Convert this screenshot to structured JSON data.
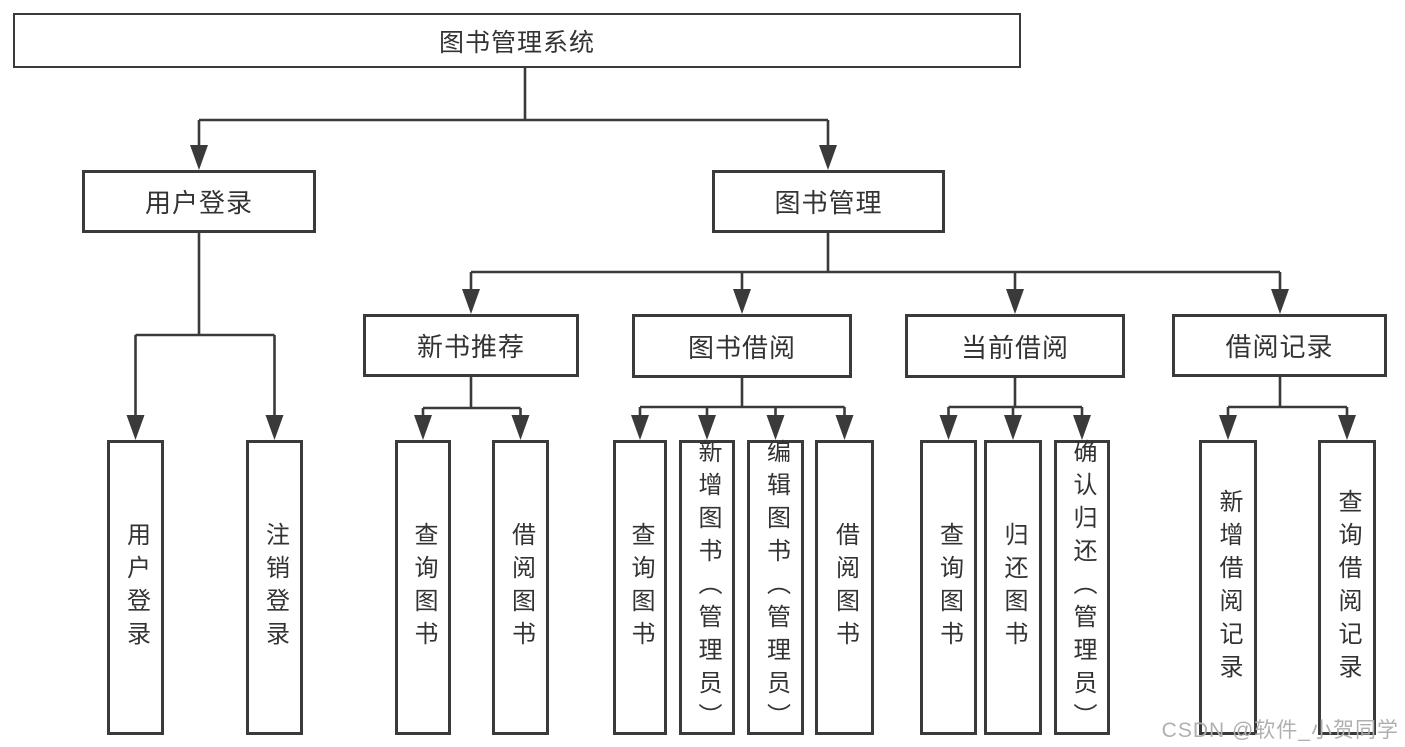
{
  "diagram_type": "tree-hierarchy",
  "tree": {
    "label": "图书管理系统",
    "children": [
      {
        "label": "用户登录",
        "children": [
          {
            "label": "用户登录"
          },
          {
            "label": "注销登录"
          }
        ]
      },
      {
        "label": "图书管理",
        "children": [
          {
            "label": "新书推荐",
            "children": [
              {
                "label": "查询图书"
              },
              {
                "label": "借阅图书"
              }
            ]
          },
          {
            "label": "图书借阅",
            "children": [
              {
                "label": "查询图书"
              },
              {
                "label": "新增图书（管理员）"
              },
              {
                "label": "编辑图书（管理员）"
              },
              {
                "label": "借阅图书"
              }
            ]
          },
          {
            "label": "当前借阅",
            "children": [
              {
                "label": "查询图书"
              },
              {
                "label": "归还图书"
              },
              {
                "label": "确认归还（管理员）"
              }
            ]
          },
          {
            "label": "借阅记录",
            "children": [
              {
                "label": "新增借阅记录"
              },
              {
                "label": "查询借阅记录"
              }
            ]
          }
        ]
      }
    ]
  },
  "watermark": {
    "text": "CSDN @软件_小贺同学"
  },
  "colors": {
    "line": "#3a3a3a",
    "text": "#333333",
    "watermark": "#b0b0b0",
    "background": "#ffffff"
  }
}
